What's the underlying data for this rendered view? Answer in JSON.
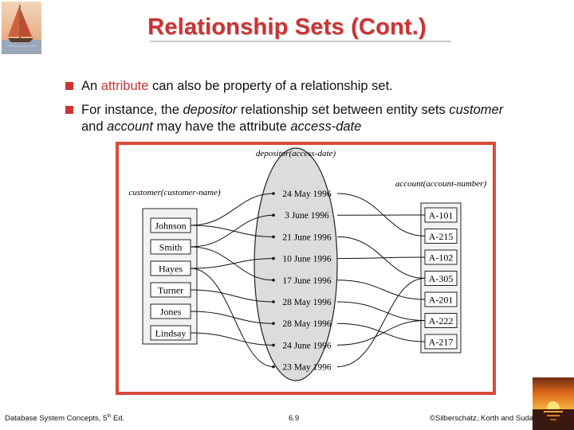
{
  "slide": {
    "title": "Relationship Sets (Cont.)",
    "bullets": [
      {
        "part1": "An ",
        "highlight": "attribute",
        "part2": " can also be property of a relationship set."
      },
      {
        "line1_pre": "For instance, the ",
        "line1_it1": "depositor",
        "line1_mid": " relationship set between entity sets ",
        "line1_it2": "customer",
        "line2_pre": "and ",
        "line2_it1": "account",
        "line2_mid": " may have the attribute ",
        "line2_it2": "access-date"
      }
    ]
  },
  "diagram": {
    "relationship_label": "depositor(access-date)",
    "customer_label": "customer(customer-name)",
    "account_label": "account(account-number)",
    "customers": [
      "Johnson",
      "Smith",
      "Hayes",
      "Turner",
      "Jones",
      "Lindsay"
    ],
    "dates": [
      "24 May 1996",
      "3 June 1996",
      "21 June 1996",
      "10 June 1996",
      "17 June 1996",
      "28 May 1996",
      "28 May 1996",
      "24 June 1996",
      "23 May 1996"
    ],
    "accounts": [
      "A-101",
      "A-215",
      "A-102",
      "A-305",
      "A-201",
      "A-222",
      "A-217"
    ]
  },
  "footer": {
    "book": "Database System Concepts, 5",
    "book_sup": "th",
    "book_end": " Ed.",
    "page": "6.9",
    "credit": "©Silberschatz, Korth and Sudarshan"
  }
}
